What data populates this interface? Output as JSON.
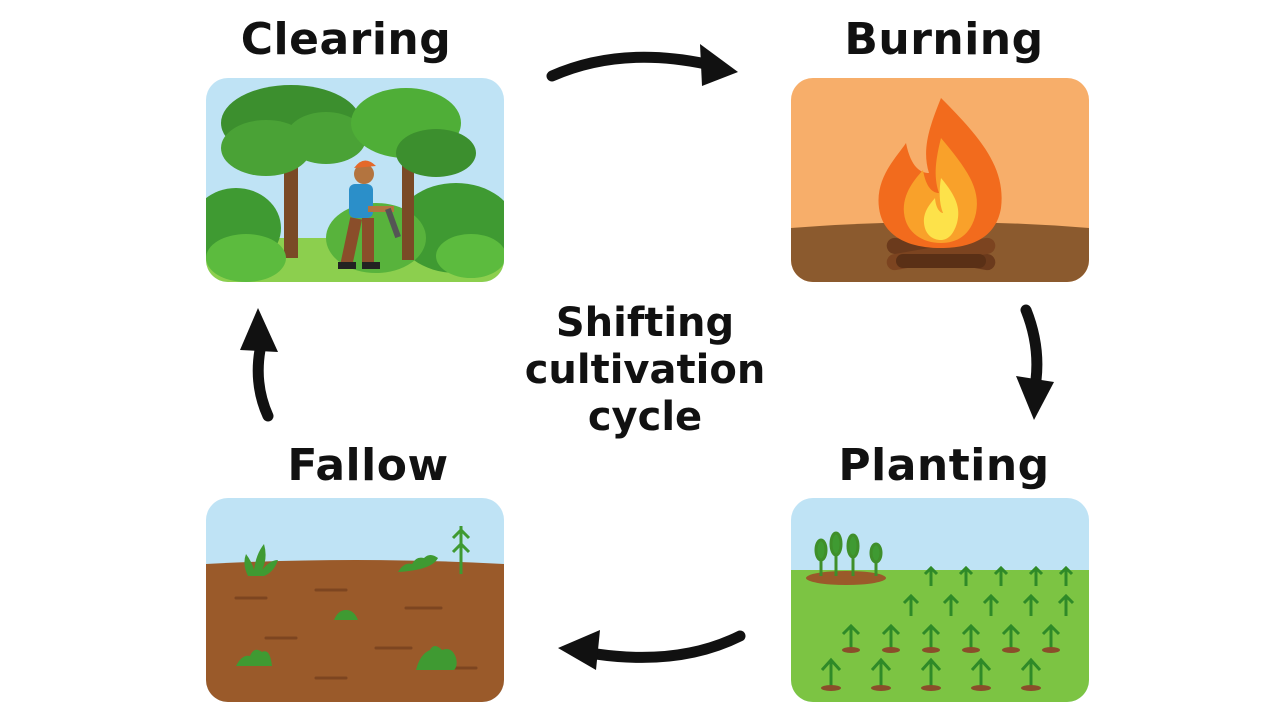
{
  "diagram": {
    "center_title_lines": [
      "Shifting",
      "cultivation",
      "cycle"
    ],
    "stages": [
      {
        "id": "clearing",
        "label": "Clearing"
      },
      {
        "id": "burning",
        "label": "Burning"
      },
      {
        "id": "planting",
        "label": "Planting"
      },
      {
        "id": "fallow",
        "label": "Fallow"
      }
    ],
    "flow": [
      "clearing",
      "burning",
      "planting",
      "fallow",
      "clearing"
    ],
    "colors": {
      "sky": "#bfe3f5",
      "grass": "#7cc443",
      "soil": "#9a5a2a",
      "fire_bg": "#f7ae6a",
      "flame": "#f26b1d",
      "arrow": "#111111"
    },
    "icons": {
      "clearing": "woodcutter-in-forest-icon",
      "burning": "campfire-icon",
      "planting": "seedling-rows-icon",
      "fallow": "bare-soil-with-weeds-icon"
    }
  }
}
